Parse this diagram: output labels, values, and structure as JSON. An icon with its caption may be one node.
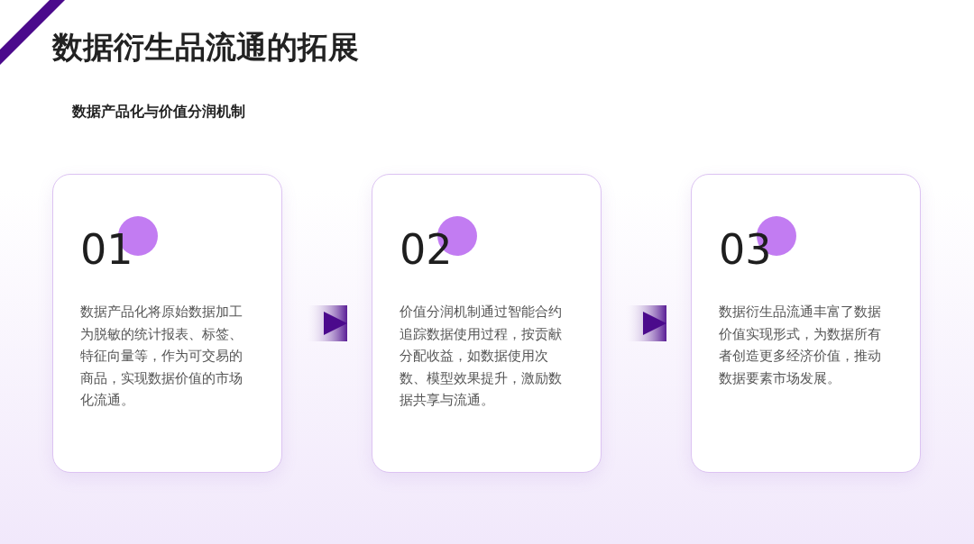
{
  "diagram": {
    "title": "数据衍生品流通的拓展",
    "nodes": [
      {
        "text": [
          "01",
          "数据产品化将原始数据加工为脱敏的统计报表、标签、特征向量等，作为可交易的商品，实现数据价值的市场化流通。"
        ]
      },
      {
        "text": [
          "02",
          "价值分润机制通过智能合约追踪数据使用过程，按贡献分配收益，如数据使用次数、模型效果提升，激励数据共享与流通。"
        ]
      },
      {
        "text": [
          "03",
          "数据衍生品流通丰富了数据价值实现形式，为数据所有者创造更多经济价值，推动数据要素市场发展。"
        ]
      }
    ],
    "edges": [
      {
        "from": 0,
        "to": 1,
        "arrow": "to",
        "style": "thick"
      },
      {
        "from": 1,
        "to": 2,
        "arrow": "to",
        "style": "thick"
      }
    ],
    "labels": [
      "数据产品化与价值分润机制"
    ]
  }
}
